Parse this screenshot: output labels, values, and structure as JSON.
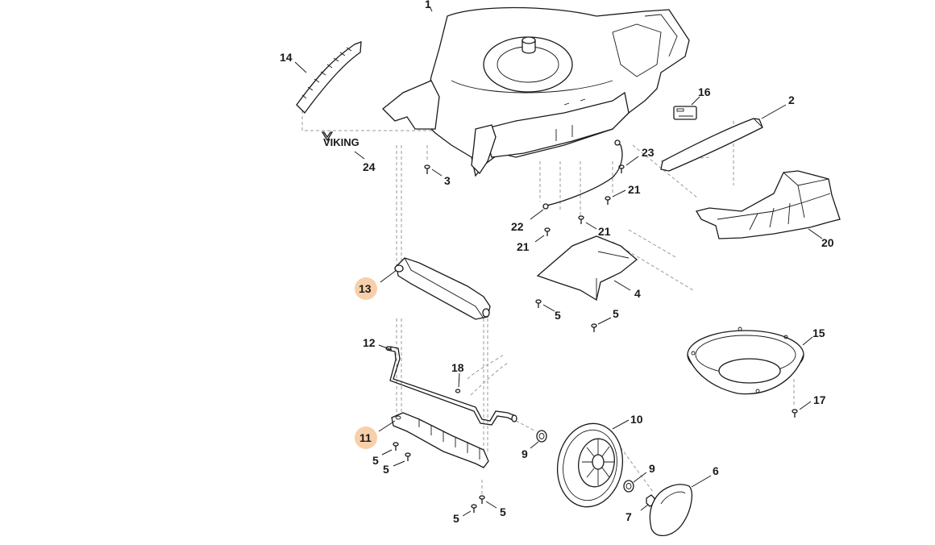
{
  "brand_logo": "VIKING",
  "highlight_color": "#f7cfa9",
  "callouts": {
    "c1": "1",
    "c2": "2",
    "c3": "3",
    "c4": "4",
    "c5a": "5",
    "c5b": "5",
    "c5c": "5",
    "c5d": "5",
    "c5e": "5",
    "c5f": "5",
    "c6": "6",
    "c7": "7",
    "c9a": "9",
    "c9b": "9",
    "c10": "10",
    "c11": "11",
    "c12": "12",
    "c13": "13",
    "c14": "14",
    "c15": "15",
    "c16": "16",
    "c17": "17",
    "c18": "18",
    "c20": "20",
    "c21a": "21",
    "c21b": "21",
    "c21c": "21",
    "c22": "22",
    "c23": "23",
    "c24": "24"
  },
  "highlighted_parts": [
    "11",
    "13"
  ]
}
